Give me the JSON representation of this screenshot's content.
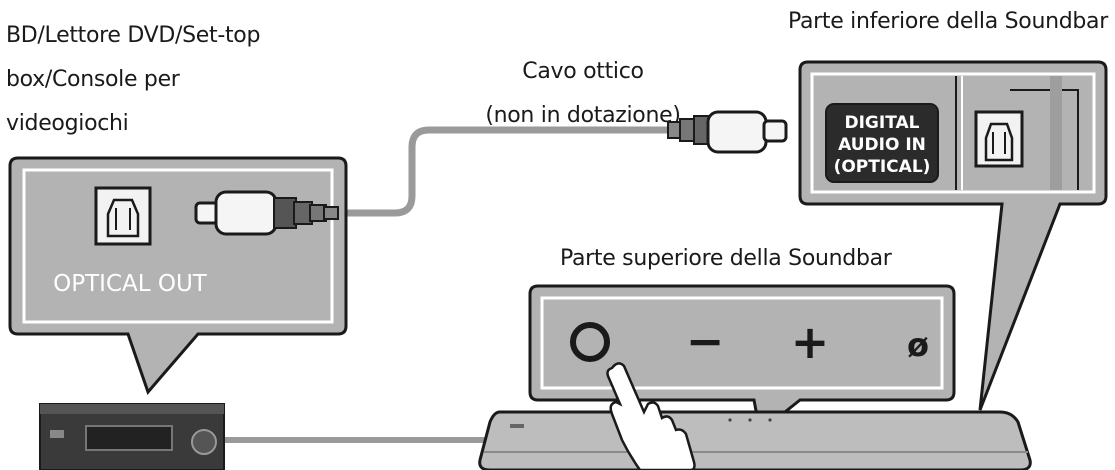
{
  "labels": {
    "device_lines": [
      "BD/Lettore DVD/Set-top",
      "box/Console per",
      "videogiochi"
    ],
    "cable_lines": [
      "Cavo ottico",
      "(non in dotazione)"
    ],
    "soundbar_bottom": "Parte inferiore della Soundbar",
    "soundbar_top": "Parte superiore della Soundbar"
  },
  "ports": {
    "optical_out": "OPTICAL OUT",
    "digital_audio_in_lines": [
      "DIGITAL",
      "AUDIO IN",
      "(OPTICAL)"
    ]
  },
  "soundbar_buttons": {
    "minus": "−",
    "plus": "+",
    "mute": "ø"
  },
  "colors": {
    "panel_fill": "#b3b3b3",
    "outline": "#1a1a1a",
    "cable": "#9a9a9a",
    "device_body": "#3a3a3a",
    "soundbar_body": "#bdbdbd",
    "port_label_fill": "#2b2b2b"
  }
}
